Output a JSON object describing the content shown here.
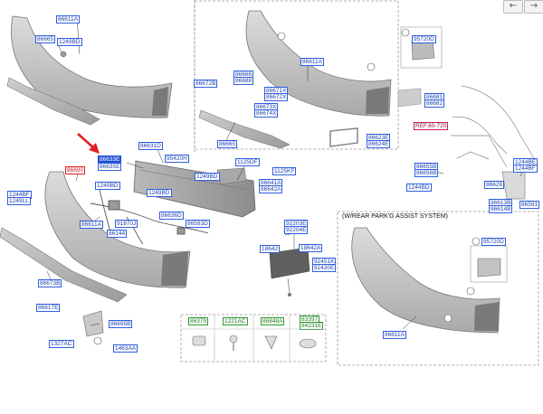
{
  "nav": {
    "prev_icon": "←",
    "next_icon": "→"
  },
  "caption": "(W/REAR PARK'G ASSIST SYSTEM)",
  "labels": {
    "l_86611A_1": "86611A",
    "l_86665_1": "86665",
    "l_1249BD_1": "1249BD",
    "l_86672B": "86672B",
    "l_86666": "86666",
    "l_86688": "86688",
    "l_86671X": "86671X",
    "l_86672X": "86672X",
    "l_86673X": "86673X",
    "l_86674X": "86674X",
    "l_86665_2": "86665",
    "l_86611A_2": "86611A",
    "l_95720D_1": "95720D",
    "l_86681": "86681",
    "l_86682": "86682",
    "l_86623E": "86623E",
    "l_86624E": "86624E",
    "l_REF": "REF.60-720",
    "l_86690": "86690",
    "l_86633": "86633E",
    "l_86635E": "86635E",
    "l_86631D": "86631D",
    "l_95420H": "95420H",
    "l_1125DF": "1125DF",
    "l_1125KF": "1125KF",
    "l_1249BD_2": "1249BD",
    "l_86641A": "86641A",
    "l_86642A": "86642A",
    "l_1249BD_3": "1249BD",
    "l_1249BD_4": "1249BD",
    "l_1244BF_L": "1244BF",
    "l_1249LL": "1249LL",
    "l_91870J": "91870J",
    "l_86636D": "86636D",
    "l_86593D": "86593D",
    "l_86611A_3": "86611A",
    "l_86144": "86144",
    "l_86673B": "86673B",
    "l_86617E": "86617E",
    "l_86695B": "86695B",
    "l_1327AC": "1327AC",
    "l_1463AA": "1463AA",
    "l_92203E": "92203E",
    "l_92204E": "92204E",
    "l_18642": "18642",
    "l_18642A": "18642A",
    "l_92451K": "92451K",
    "l_92430E": "92430E",
    "l_86655B": "86655B",
    "l_86656B": "86656B",
    "l_1244BD": "1244BD",
    "l_1244BE": "1244BE",
    "l_1244BF_R": "1244BF",
    "l_86626": "86626",
    "l_86613B": "86613B",
    "l_86614B": "86614B",
    "l_86591": "86591",
    "l_95720D_2": "95720D",
    "l_86611A_4": "86611A"
  },
  "legend": {
    "items": [
      {
        "label": "86379"
      },
      {
        "label": "1221AC"
      },
      {
        "label": "86848A"
      },
      {
        "label": "83397"
      },
      {
        "label": "84231E"
      }
    ]
  },
  "colors": {
    "accent": "#1f4fd8",
    "callout": "#e02020",
    "label_border": "#2f5fe0"
  }
}
